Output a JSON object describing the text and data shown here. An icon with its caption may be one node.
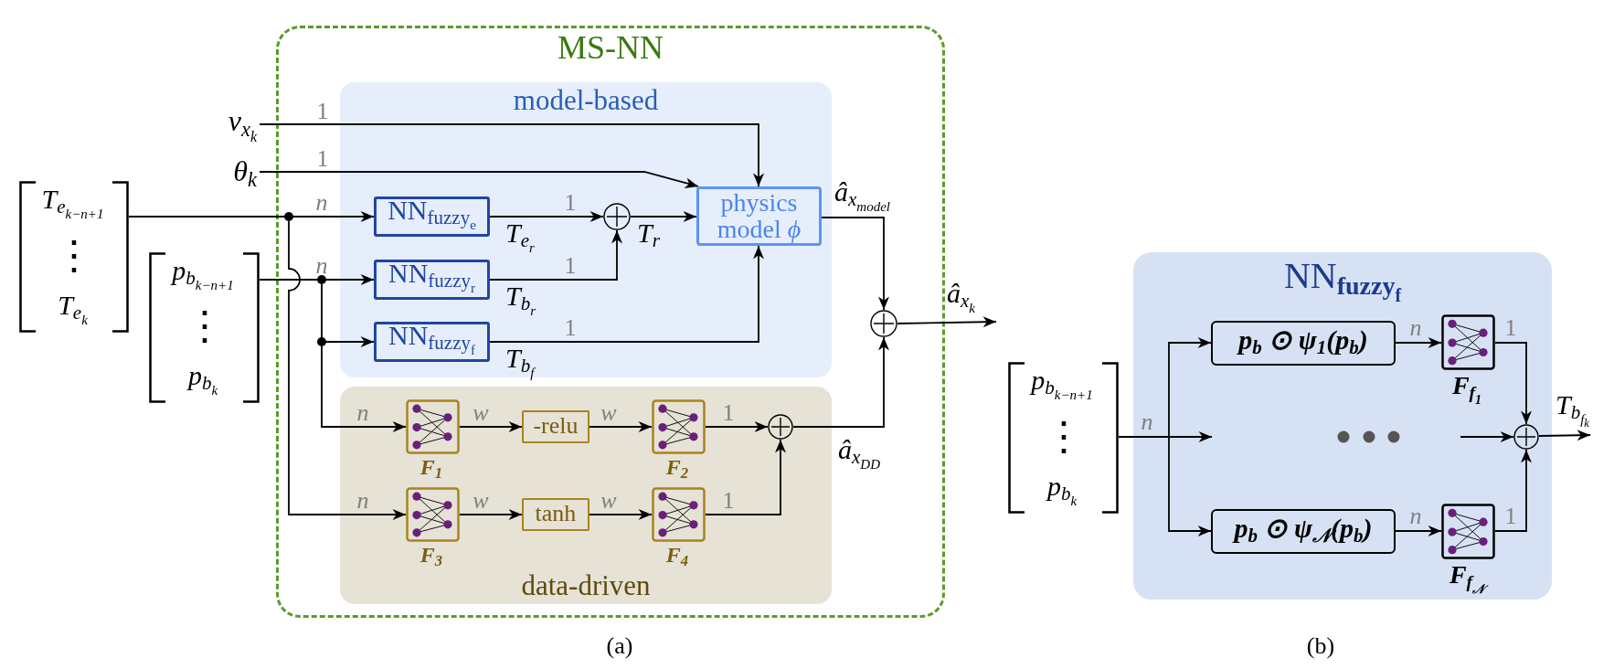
{
  "diagram": {
    "nodes": [
      {
        "text": [
          "v$_{x}$$_{k}$"
        ]
      },
      {
        "text": [
          "θ$_{k}$"
        ]
      },
      {
        "text": [
          "T$_{e}$$_{k−n+1}$",
          "⋮",
          "T$_{e}$$_{k}$"
        ]
      },
      {
        "text": [
          "p$_{b}$$_{k−n+1}$",
          "⋮",
          "p$_{b}$$_{k}$"
        ]
      },
      {
        "text": [
          "MS-NN"
        ]
      },
      {
        "text": [
          "model-based"
        ],
        "in": 4
      },
      {
        "text": [
          "NN$_{fuzzy}$$_{e}$"
        ],
        "in": 5
      },
      {
        "text": [
          "NN$_{fuzzy}$$_{r}$"
        ],
        "in": 5
      },
      {
        "text": [
          "NN$_{fuzzy}$$_{f}$"
        ],
        "in": 5
      },
      {
        "text": [],
        "shape": "circle",
        "in": 5
      },
      {
        "text": [
          "physics model *ϕ*"
        ],
        "in": 5
      },
      {
        "text": [],
        "shape": "circle",
        "in": 4
      },
      {
        "text": [
          "data-driven"
        ],
        "in": 4
      },
      {
        "text": [
          "F$_{1}$"
        ],
        "in": 12
      },
      {
        "text": [
          "-relu"
        ],
        "in": 12
      },
      {
        "text": [
          "F$_{2}$"
        ],
        "in": 12
      },
      {
        "text": [],
        "shape": "circle",
        "in": 12
      },
      {
        "text": [
          "F$_{3}$"
        ],
        "in": 12
      },
      {
        "text": [
          "tanh"
        ],
        "in": 12
      },
      {
        "text": [
          "F$_{4}$"
        ],
        "in": 12
      },
      {
        "text": [
          "NN$_{fuzzy}$$_{f}$"
        ]
      },
      {
        "text": [
          "p$_{b}$$_{k−n+1}$",
          "⋮",
          "p$_{b}$$_{k}$"
        ]
      },
      {
        "text": [
          "p$_{b}$ ⊙ ψ$_{1}$(p$_{b}$)"
        ],
        "in": 20
      },
      {
        "text": [
          "p$_{b}$ ⊙ ψ$_{𝒩}$(p$_{b}$)"
        ],
        "in": 20
      },
      {
        "text": [
          "F$_{f}$$_{1}$"
        ],
        "in": 20
      },
      {
        "text": [
          "F$_{f}$$_{𝒩}$"
        ],
        "in": 20
      },
      {
        "text": [],
        "shape": "circle",
        "in": 20
      },
      {
        "text": [
          "â$_{x}$$_{k}$"
        ]
      },
      {
        "text": [
          "T$_{b}$$_{f}$$_{k}$"
        ]
      }
    ],
    "edges": [
      {
        "from": 0,
        "to": 10,
        "arrow": "to",
        "label": "1"
      },
      {
        "from": 1,
        "to": 10,
        "arrow": "to",
        "label": "1"
      },
      {
        "from": 2,
        "to": 6,
        "arrow": "to",
        "label": "n"
      },
      {
        "from": 2,
        "to": 17,
        "arrow": "to",
        "label": "n"
      },
      {
        "from": 3,
        "to": 7,
        "arrow": "to",
        "label": "n"
      },
      {
        "from": 3,
        "to": 8,
        "arrow": "to"
      },
      {
        "from": 3,
        "to": 13,
        "arrow": "to",
        "label": "n"
      },
      {
        "from": 6,
        "to": 9,
        "arrow": "to",
        "label": "1"
      },
      {
        "from": 7,
        "to": 9,
        "arrow": "to",
        "label": "1"
      },
      {
        "from": 9,
        "to": 10,
        "arrow": "to"
      },
      {
        "from": 8,
        "to": 10,
        "arrow": "to",
        "label": "1"
      },
      {
        "from": 10,
        "to": 11,
        "arrow": "to"
      },
      {
        "from": 16,
        "to": 11,
        "arrow": "to"
      },
      {
        "from": 11,
        "to": 27,
        "arrow": "to"
      },
      {
        "from": 13,
        "to": 14,
        "arrow": "to",
        "label": "w"
      },
      {
        "from": 14,
        "to": 15,
        "arrow": "to",
        "label": "w"
      },
      {
        "from": 15,
        "to": 16,
        "arrow": "to",
        "label": "1"
      },
      {
        "from": 17,
        "to": 18,
        "arrow": "to",
        "label": "w"
      },
      {
        "from": 18,
        "to": 19,
        "arrow": "to",
        "label": "w"
      },
      {
        "from": 19,
        "to": 16,
        "arrow": "to",
        "label": "1"
      },
      {
        "from": 21,
        "to": 22,
        "arrow": "to",
        "label": "n"
      },
      {
        "from": 21,
        "to": 23,
        "arrow": "to"
      },
      {
        "from": 21,
        "to": null,
        "arrow": "to"
      },
      {
        "from": 22,
        "to": 24,
        "arrow": "to",
        "label": "n"
      },
      {
        "from": 23,
        "to": 25,
        "arrow": "to",
        "label": "n"
      },
      {
        "from": 24,
        "to": 26,
        "arrow": "to",
        "label": "1"
      },
      {
        "from": 25,
        "to": 26,
        "arrow": "to",
        "label": "1"
      },
      {
        "from": null,
        "to": 26,
        "arrow": "to"
      },
      {
        "from": 26,
        "to": 28,
        "arrow": "to"
      }
    ],
    "labels": [
      "T$_{e}$$_{r}$",
      "T$_{r}$",
      "â$_{x}$$_{model}$",
      "T$_{b}$$_{r}$",
      "T$_{b}$$_{f}$",
      "â$_{x}$$_{DD}$",
      "(a)",
      "(b)"
    ]
  }
}
